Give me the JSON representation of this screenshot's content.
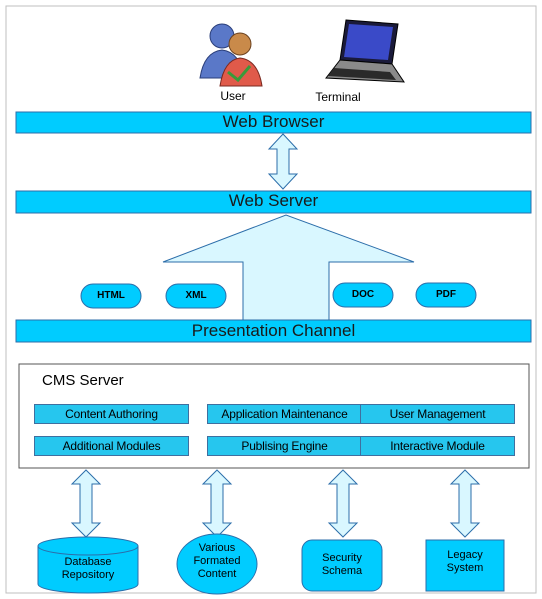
{
  "actors": {
    "user_label": "User",
    "terminal_label": "Terminal"
  },
  "bars": {
    "web_browser": "Web Browser",
    "web_server": "Web Server",
    "presentation_channel": "Presentation Channel"
  },
  "formats": [
    "HTML",
    "XML",
    "DOC",
    "PDF"
  ],
  "cms": {
    "title": "CMS Server",
    "modules": [
      "Content Authoring",
      "Application Maintenance",
      "User Management",
      "Additional Modules",
      "Publising Engine",
      "Interactive Module"
    ]
  },
  "storage": [
    {
      "line1": "Database",
      "line2": "Repository",
      "line3": ""
    },
    {
      "line1": "Various",
      "line2": "Formated",
      "line3": "Content"
    },
    {
      "line1": "Security",
      "line2": "Schema",
      "line3": ""
    },
    {
      "line1": "Legacy",
      "line2": "System",
      "line3": ""
    }
  ],
  "colors": {
    "bar_fill": "#00ccff",
    "bar_border": "#2c6eaa",
    "module_fill": "#26c6ee",
    "arrow_fill": "#d9f7ff",
    "cylinder_fill": "#00ccff"
  },
  "icons": {
    "user": "people-icon",
    "terminal": "laptop-icon"
  }
}
